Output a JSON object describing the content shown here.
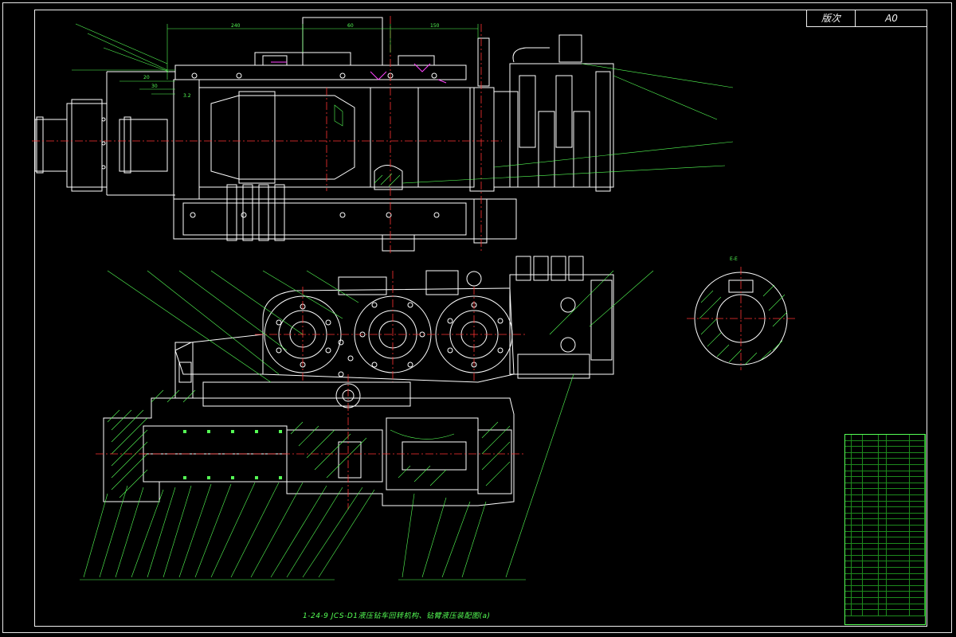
{
  "title_block": {
    "label": "版次",
    "sheet_size": "A0"
  },
  "drawing_title": "1-24-9 JCS-D1液压钻车回转机构、钻臂液压装配图(a)",
  "section_label": "E-E",
  "dimensions": [
    "240",
    "60",
    "150",
    "20",
    "30",
    "3.2"
  ],
  "colors": {
    "background": "#000000",
    "outline": "#ffffff",
    "annotation": "#55ff55",
    "center_line": "#ff3333",
    "accent_magenta": "#ff44ff",
    "accent_yellow": "#ffff55"
  }
}
